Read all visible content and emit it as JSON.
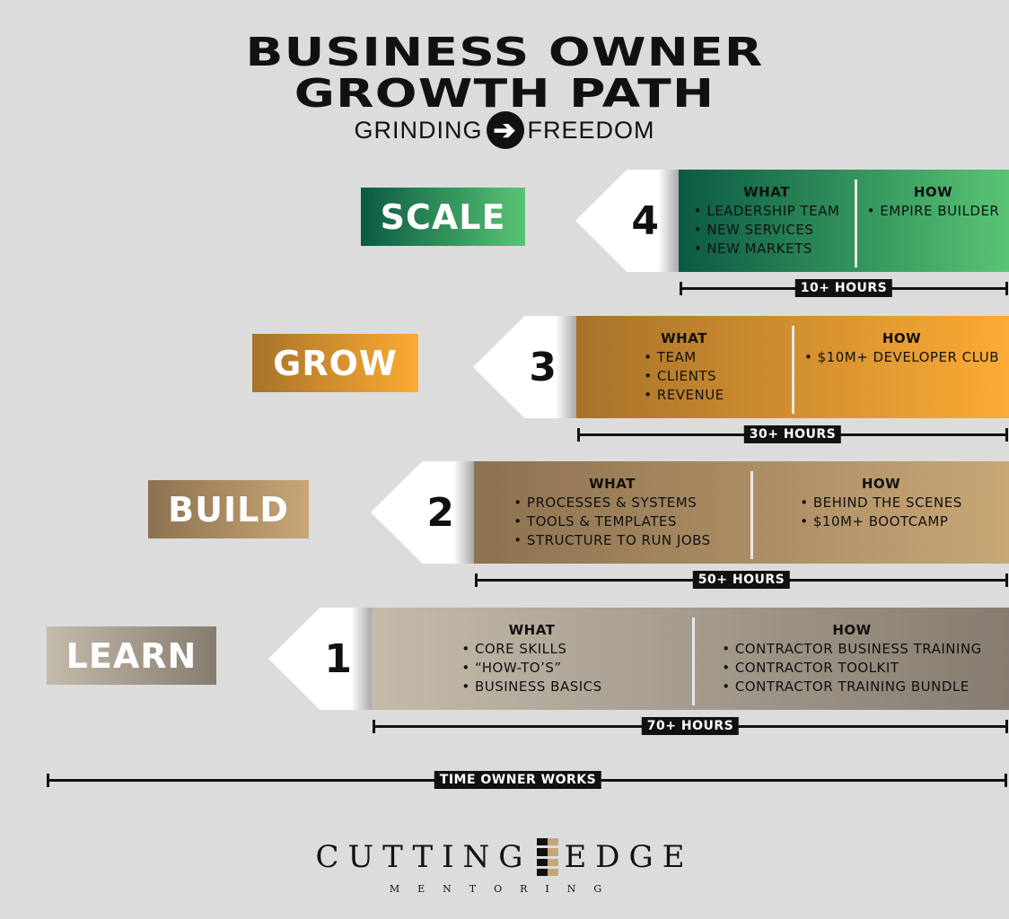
{
  "title": {
    "line1": "BUSINESS OWNER",
    "line2": "GROWTH PATH",
    "sub_left": "GRINDING",
    "sub_right": "FREEDOM",
    "sub_icon": "arrow-right-circle-icon"
  },
  "stages": [
    {
      "label": "SCALE",
      "number": "4",
      "what_title": "WHAT",
      "what": [
        "LEADERSHIP TEAM",
        "NEW SERVICES",
        "NEW MARKETS"
      ],
      "how_title": "HOW",
      "how": [
        "EMPIRE BUILDER"
      ],
      "hours": "10+ HOURS",
      "colors": [
        "#0a5a43",
        "#58c473"
      ]
    },
    {
      "label": "GROW",
      "number": "3",
      "what_title": "WHAT",
      "what": [
        "TEAM",
        "CLIENTS",
        "REVENUE"
      ],
      "how_title": "HOW",
      "how": [
        "$10M+ DEVELOPER CLUB"
      ],
      "hours": "30+ HOURS",
      "colors": [
        "#a7722a",
        "#fcab34"
      ]
    },
    {
      "label": "BUILD",
      "number": "2",
      "what_title": "WHAT",
      "what": [
        "PROCESSES & SYSTEMS",
        "TOOLS & TEMPLATES",
        "STRUCTURE TO RUN JOBS"
      ],
      "how_title": "HOW",
      "how": [
        "BEHIND THE SCENES",
        "$10M+ BOOTCAMP"
      ],
      "hours": "50+ HOURS",
      "colors": [
        "#8c7250",
        "#c8a676"
      ]
    },
    {
      "label": "LEARN",
      "number": "1",
      "what_title": "WHAT",
      "what": [
        "CORE SKILLS",
        "“HOW-TO’S”",
        "BUSINESS BASICS"
      ],
      "how_title": "HOW",
      "how": [
        "CONTRACTOR BUSINESS TRAINING",
        "CONTRACTOR TOOLKIT",
        "CONTRACTOR TRAINING BUNDLE"
      ],
      "hours": "70+ HOURS",
      "colors": [
        "#c5bbab",
        "#867c6f"
      ]
    }
  ],
  "time_label": "TIME OWNER WORKS",
  "logo": {
    "left": "CUTTING",
    "right": "EDGE",
    "sub": "MENTORING"
  }
}
